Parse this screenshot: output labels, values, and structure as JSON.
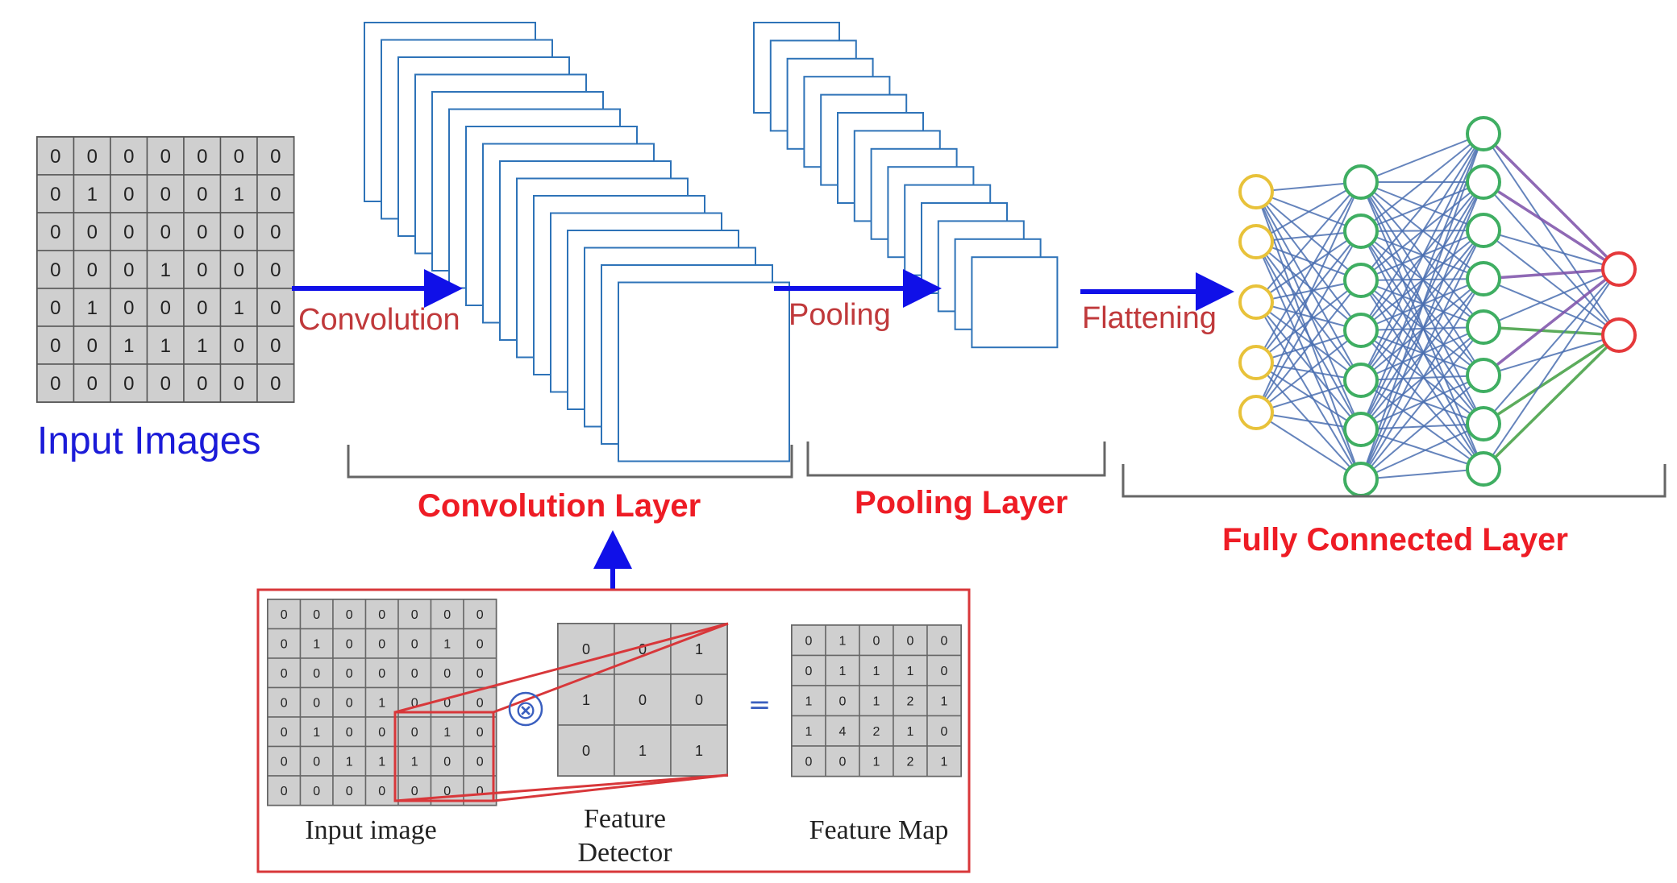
{
  "input_images_label": "Input Images",
  "stages": {
    "convolution": "Convolution",
    "pooling": "Pooling",
    "flattening": "Flattening"
  },
  "layers": {
    "convolution": "Convolution Layer",
    "pooling": "Pooling Layer",
    "fully_connected": "Fully Connected Layer"
  },
  "input_matrix": [
    [
      0,
      0,
      0,
      0,
      0,
      0,
      0
    ],
    [
      0,
      1,
      0,
      0,
      0,
      1,
      0
    ],
    [
      0,
      0,
      0,
      0,
      0,
      0,
      0
    ],
    [
      0,
      0,
      0,
      1,
      0,
      0,
      0
    ],
    [
      0,
      1,
      0,
      0,
      0,
      1,
      0
    ],
    [
      0,
      0,
      1,
      1,
      1,
      0,
      0
    ],
    [
      0,
      0,
      0,
      0,
      0,
      0,
      0
    ]
  ],
  "inset": {
    "input_label": "Input image",
    "feature_detector_label": [
      "Feature",
      "Detector"
    ],
    "feature_map_label": "Feature Map",
    "multiply_symbol": "⊗",
    "equals_symbol": "=",
    "feature_detector": [
      [
        0,
        0,
        1
      ],
      [
        1,
        0,
        0
      ],
      [
        0,
        1,
        1
      ]
    ],
    "feature_map": [
      [
        0,
        1,
        0,
        0,
        0
      ],
      [
        0,
        1,
        1,
        1,
        0
      ],
      [
        1,
        0,
        1,
        2,
        1
      ],
      [
        1,
        4,
        2,
        1,
        0
      ],
      [
        0,
        0,
        1,
        2,
        1
      ]
    ]
  },
  "network": {
    "layer_sizes": [
      5,
      7,
      8,
      2
    ],
    "node_colors": [
      "#e8c23a",
      "#3fae62",
      "#3fae62",
      "#e5393b"
    ],
    "edge_color": "#4a6fb0",
    "highlight_edge_colors": [
      "#7b4fa8",
      "#3f9e3f"
    ]
  },
  "colors": {
    "arrow": "#1010e8",
    "stage_text": "#c0393b",
    "layer_text": "#ee1c25",
    "input_images_text": "#1b1bd8",
    "map_stroke": "#2e73b8",
    "inset_border": "#d8373a"
  }
}
